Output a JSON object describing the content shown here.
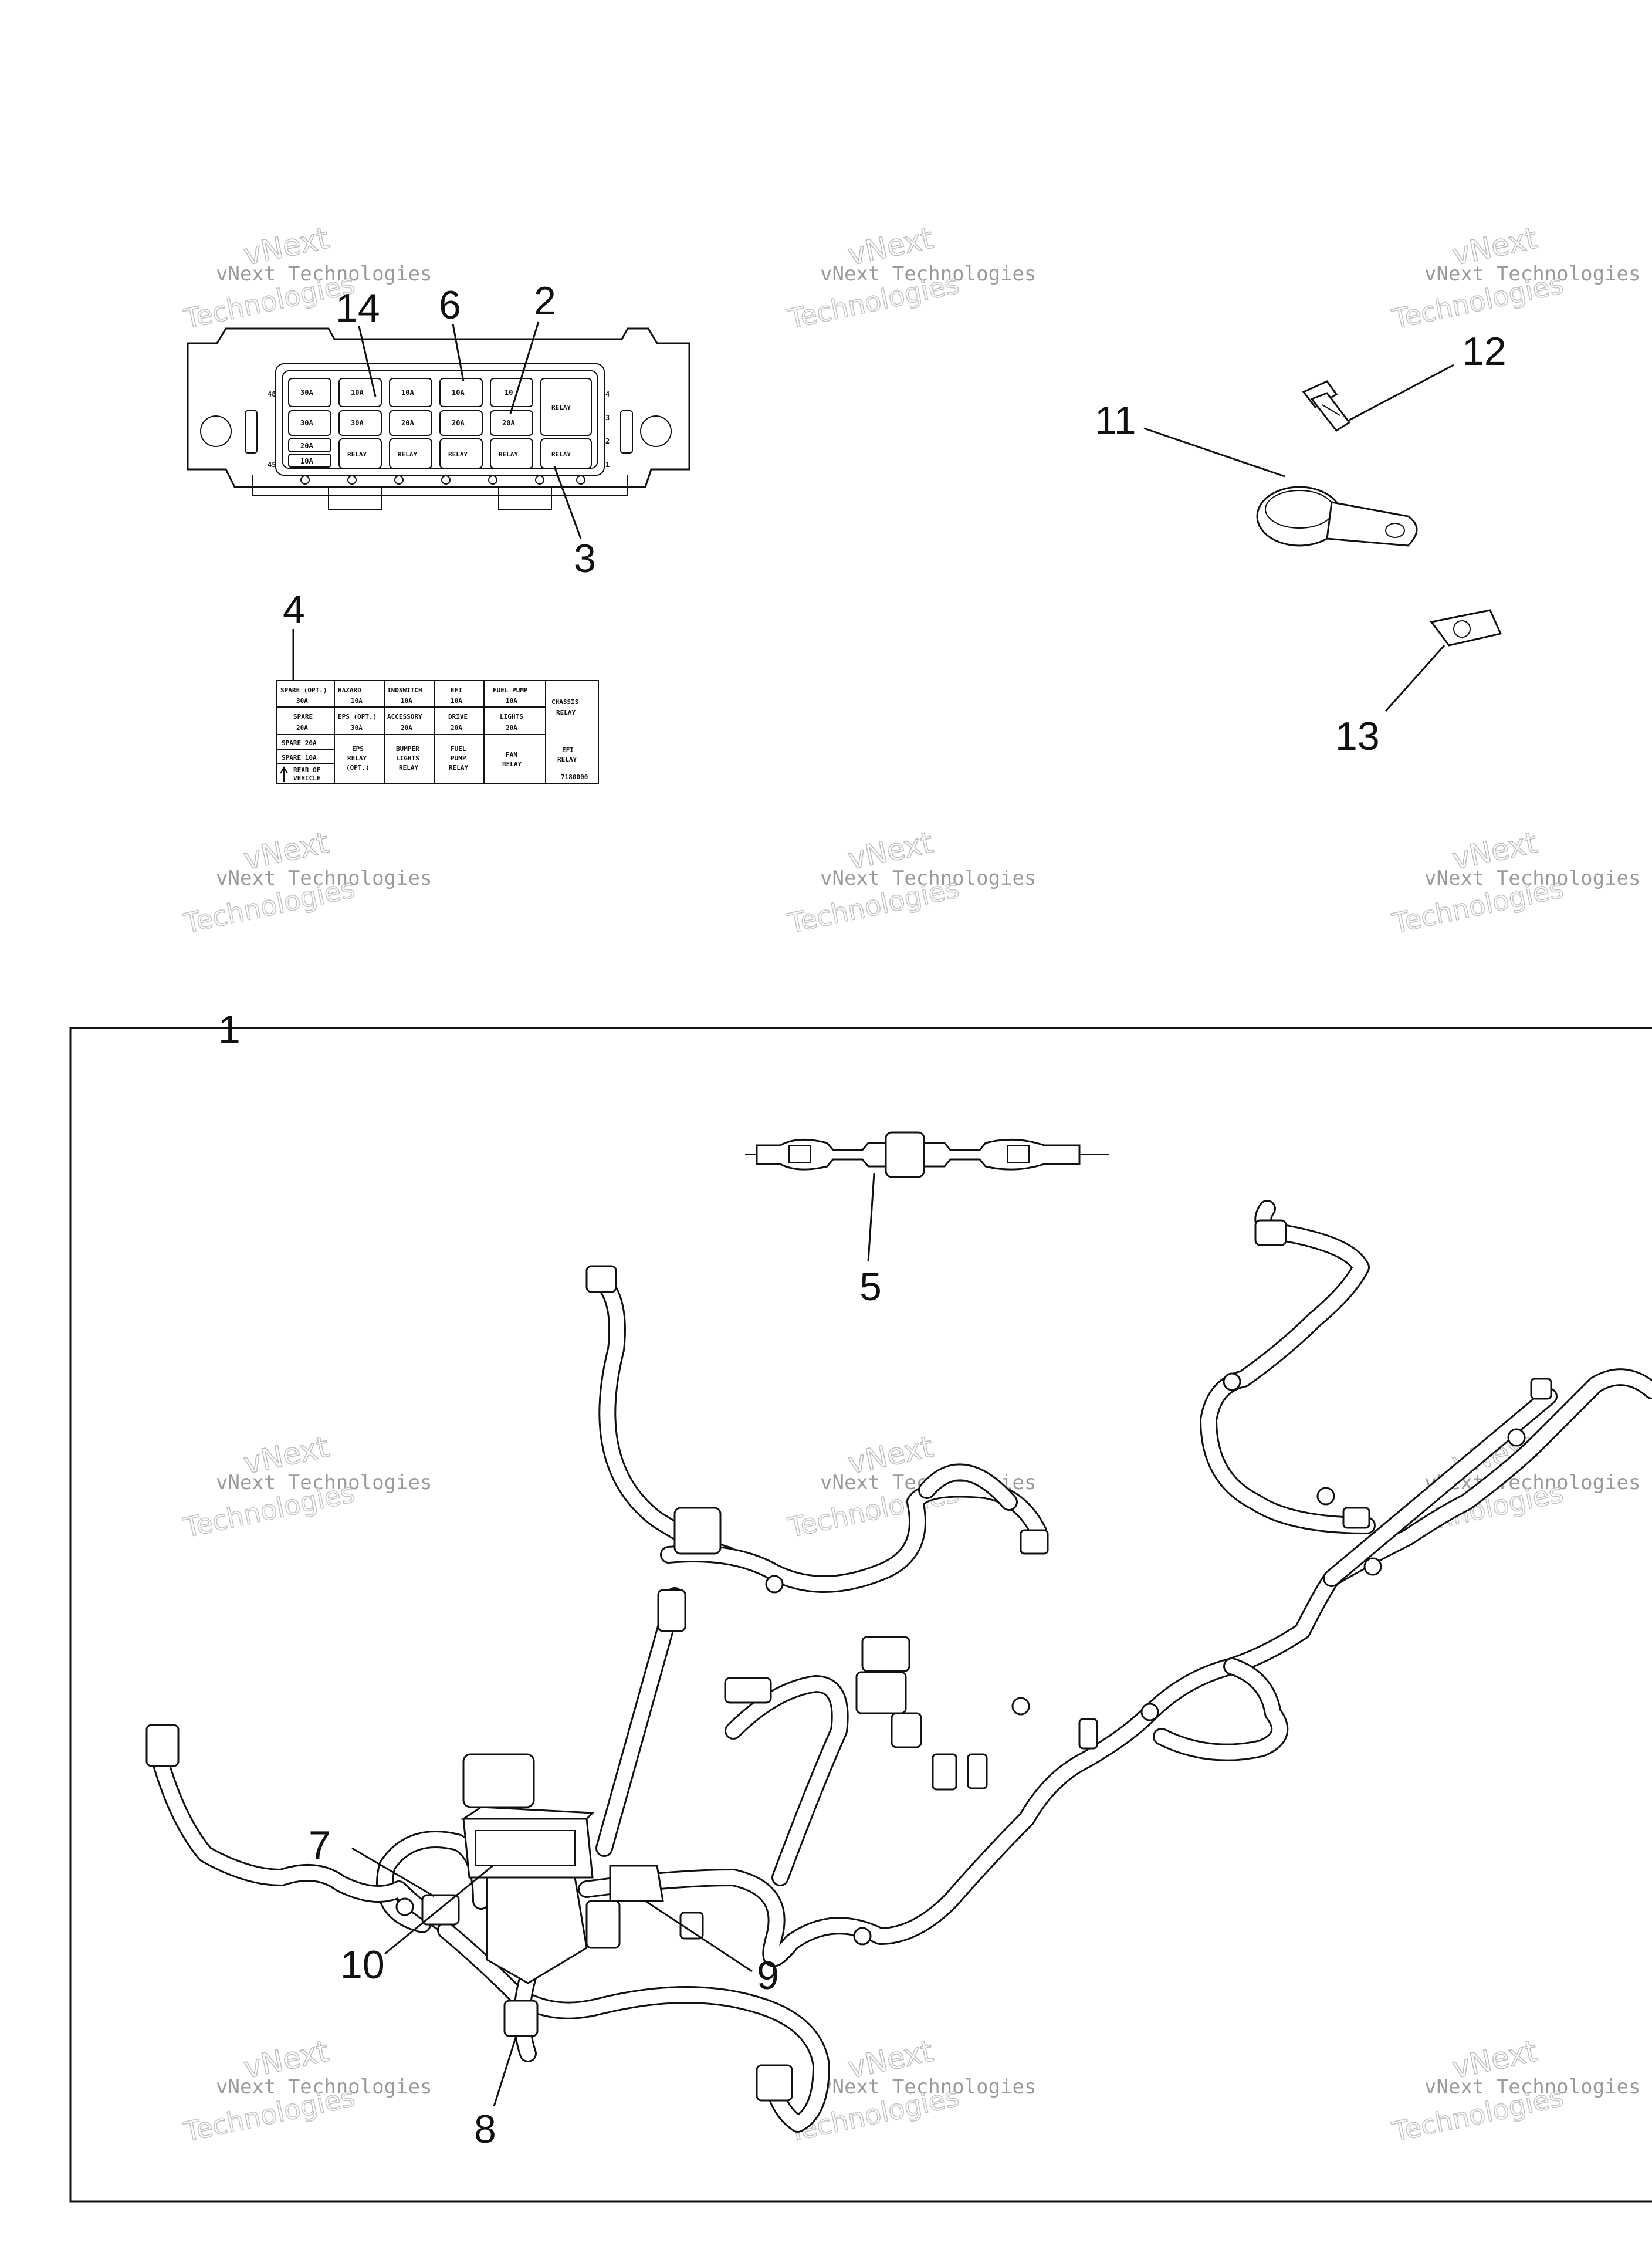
{
  "watermark": {
    "line1": "vNext",
    "line2": "vNext Technologies",
    "line3": "Technologies"
  },
  "callouts": {
    "c1": "1",
    "c2": "2",
    "c3": "3",
    "c4": "4",
    "c5": "5",
    "c6": "6",
    "c7": "7",
    "c8": "8",
    "c9": "9",
    "c10": "10",
    "c11": "11",
    "c12": "12",
    "c13": "13",
    "c14": "14"
  },
  "fuse_box": {
    "top_row": [
      "30A",
      "10A",
      "10A",
      "10A",
      "10"
    ],
    "second_row": [
      "30A",
      "30A",
      "20A",
      "20A",
      "20A"
    ],
    "left_col": [
      "20A",
      "10A"
    ],
    "relay": "RELAY",
    "side_numbers": [
      "4",
      "3",
      "2",
      "1"
    ],
    "left_numbers": [
      "48",
      "45"
    ]
  },
  "decal": {
    "rows": [
      [
        "SPARE (OPT.)",
        "HAZARD",
        "INDSWITCH",
        "EFI",
        "FUEL PUMP",
        "CHASSIS"
      ],
      [
        "30A",
        "10A",
        "10A",
        "10A",
        "10A",
        "RELAY"
      ],
      [
        "SPARE",
        "EPS (OPT.)",
        "ACCESSORY",
        "DRIVE",
        "LIGHTS",
        ""
      ],
      [
        "20A",
        "30A",
        "20A",
        "20A",
        "20A",
        ""
      ]
    ],
    "left_stack": [
      "SPARE 20A",
      "SPARE 10A",
      "REAR OF",
      "VEHICLE"
    ],
    "bottom_cells": [
      [
        "EPS",
        "RELAY",
        "(OPT.)"
      ],
      [
        "BUMPER",
        "LIGHTS",
        "RELAY"
      ],
      [
        "FUEL",
        "PUMP",
        "RELAY"
      ],
      [
        "FAN",
        "RELAY"
      ],
      [
        "EFI",
        "RELAY"
      ]
    ],
    "code": "7180000"
  }
}
